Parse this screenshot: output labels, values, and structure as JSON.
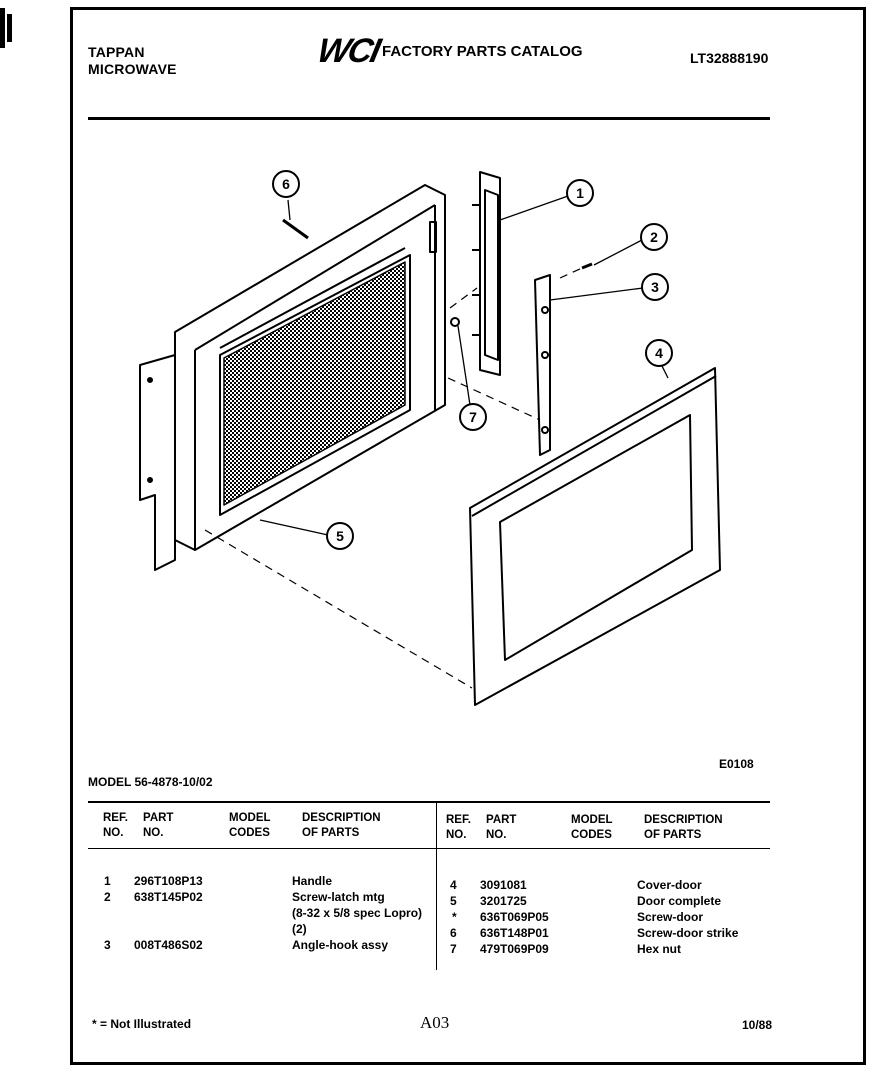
{
  "header": {
    "brand_line1": "TAPPAN",
    "brand_line2": "MICROWAVE",
    "logo": "WCI",
    "catalog_title": "FACTORY PARTS CATALOG",
    "catalog_code": "LT32888190"
  },
  "diagram": {
    "callouts": [
      "1",
      "2",
      "3",
      "4",
      "5",
      "6",
      "7"
    ]
  },
  "drawing_code": "E0108",
  "model_line": "MODEL 56-4878-10/02",
  "table": {
    "headers": {
      "ref_line1": "REF.",
      "ref_line2": "NO.",
      "part_line1": "PART",
      "part_line2": "NO.",
      "model_line1": "MODEL",
      "model_line2": "CODES",
      "desc_line1": "DESCRIPTION",
      "desc_line2": "OF PARTS"
    },
    "left_rows": [
      {
        "ref": "1",
        "part": "296T108P13",
        "desc": "Handle"
      },
      {
        "ref": "2",
        "part": "638T145P02",
        "desc": "Screw-latch mtg"
      },
      {
        "ref": "",
        "part": "",
        "desc": "(8-32 x 5/8 spec Lopro)"
      },
      {
        "ref": "",
        "part": "",
        "desc": "(2)"
      },
      {
        "ref": "3",
        "part": "008T486S02",
        "desc": "Angle-hook assy"
      }
    ],
    "right_rows": [
      {
        "ref": "4",
        "part": "3091081",
        "desc": "Cover-door"
      },
      {
        "ref": "5",
        "part": "3201725",
        "desc": "Door complete"
      },
      {
        "ref": "*",
        "part": "636T069P05",
        "desc": "Screw-door"
      },
      {
        "ref": "6",
        "part": "636T148P01",
        "desc": "Screw-door strike"
      },
      {
        "ref": "7",
        "part": "479T069P09",
        "desc": "Hex nut"
      }
    ]
  },
  "footer": {
    "note": "* = Not Illustrated",
    "page": "A03",
    "date": "10/88"
  }
}
